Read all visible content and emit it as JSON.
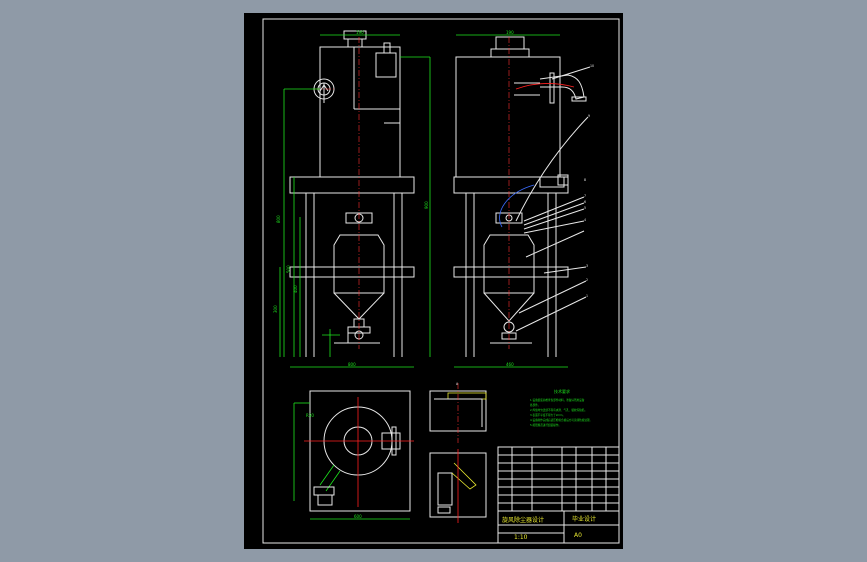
{
  "drawing": {
    "dimensions": {
      "top_front": "190",
      "top_side": "190",
      "total_height": "900",
      "height_left_1": "800",
      "height_left_2": "500",
      "height_left_3": "400",
      "height_left_4": "300",
      "bottom_front": "800",
      "bottom_side": "460",
      "plan_width": "600",
      "plan_radius": "R30",
      "detail_a": "A"
    },
    "part_numbers": [
      "10",
      "9",
      "8",
      "7",
      "6",
      "5",
      "4",
      "3",
      "2",
      "1"
    ],
    "notes_title": "技术要求",
    "notes": [
      "1.设备组装前检查各部件材料，准备好所用设备",
      "各部件。",
      "2.焊缝均匀连续不得有夹渣、气孔、裂纹等缺陷。",
      "3.表面不平度不得大于2mm。",
      "4.设备制作完成后试压检验合格后方可涂漆防腐处理。",
      "5.按照规范进行组装操作。"
    ],
    "title_block": {
      "title": "旋风除尘器设计",
      "project": "毕业设计",
      "drawing_no": "A0",
      "sheet": "1:10"
    }
  }
}
